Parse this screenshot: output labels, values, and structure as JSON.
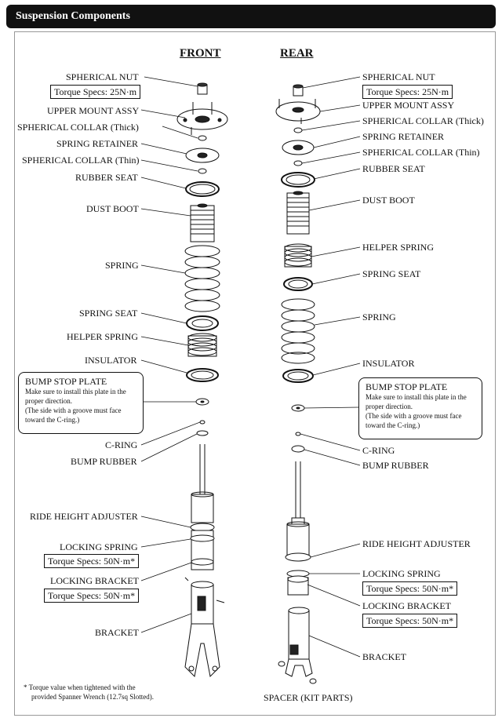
{
  "header": {
    "title": "Suspension Components"
  },
  "columns": {
    "front": "FRONT",
    "rear": "REAR"
  },
  "front": {
    "spherical_nut": "SPHERICAL NUT",
    "torque_nut": "Torque Specs: 25N·m",
    "upper_mount": "UPPER MOUNT ASSY",
    "collar_thick": "SPHERICAL COLLAR (Thick)",
    "spring_retainer": "SPRING RETAINER",
    "collar_thin": "SPHERICAL COLLAR (Thin)",
    "rubber_seat": "RUBBER SEAT",
    "dust_boot": "DUST BOOT",
    "spring": "SPRING",
    "spring_seat": "SPRING SEAT",
    "helper_spring": "HELPER SPRING",
    "insulator": "INSULATOR",
    "c_ring": "C-RING",
    "bump_rubber": "BUMP RUBBER",
    "ride_height": "RIDE HEIGHT ADJUSTER",
    "locking_spring": "LOCKING SPRING",
    "torque_locking_spring": "Torque Specs: 50N·m*",
    "locking_bracket": "LOCKING BRACKET",
    "torque_locking_bracket": "Torque Specs: 50N·m*",
    "bracket": "BRACKET"
  },
  "rear": {
    "spherical_nut": "SPHERICAL NUT",
    "torque_nut": "Torque Specs: 25N·m",
    "upper_mount": "UPPER MOUNT ASSY",
    "collar_thick": "SPHERICAL COLLAR (Thick)",
    "spring_retainer": "SPRING RETAINER",
    "collar_thin": "SPHERICAL COLLAR (Thin)",
    "rubber_seat": "RUBBER SEAT",
    "dust_boot": "DUST BOOT",
    "helper_spring": "HELPER SPRING",
    "spring_seat": "SPRING SEAT",
    "spring": "SPRING",
    "insulator": "INSULATOR",
    "c_ring": "C-RING",
    "bump_rubber": "BUMP RUBBER",
    "ride_height": "RIDE HEIGHT ADJUSTER",
    "locking_spring": "LOCKING SPRING",
    "torque_locking_spring": "Torque Specs: 50N·m*",
    "locking_bracket": "LOCKING BRACKET",
    "torque_locking_bracket": "Torque Specs: 50N·m*",
    "bracket": "BRACKET",
    "spacer": "SPACER (KIT PARTS)"
  },
  "bump_stop_note": {
    "title": "BUMP STOP PLATE",
    "line1": "Make sure to install this plate in the",
    "line2": "proper direction.",
    "line3": "(The side with a groove must face",
    "line4": "toward the C-ring.)"
  },
  "footnote": {
    "line1": "* Torque value when tightened with the",
    "line2": "provided Spanner Wrench (12.7sq Slotted)."
  }
}
